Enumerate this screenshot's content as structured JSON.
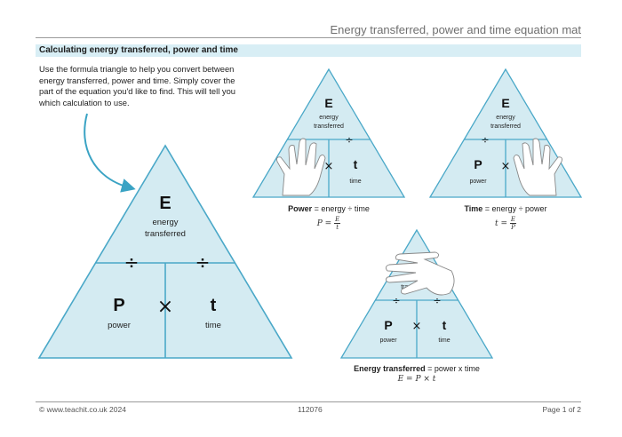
{
  "header": {
    "title": "Energy transferred, power and time equation mat"
  },
  "section": {
    "title": "Calculating energy transferred, power and time"
  },
  "intro": "Use the formula triangle to help you convert between energy transferred, power and time. Simply cover the part of the equation you'd like to find. This will tell you which calculation to use.",
  "triangle": {
    "top_symbol": "E",
    "top_label": "energy transferred",
    "left_symbol": "P",
    "left_label": "power",
    "right_symbol": "t",
    "right_label": "time",
    "divide_sign": "÷",
    "times_sign": "×"
  },
  "examples": [
    {
      "caption_bold": "Power",
      "caption_rest": " = energy ÷ time",
      "eq_lhs": "P =",
      "eq_num": "E",
      "eq_den": "t"
    },
    {
      "caption_bold": "Time",
      "caption_rest": " = energy ÷ power",
      "eq_lhs": "t =",
      "eq_num": "E",
      "eq_den": "P"
    },
    {
      "caption_bold": "Energy transferred",
      "caption_rest": " = power x time",
      "eq_text": "E = P × t"
    }
  ],
  "colors": {
    "triangle_fill": "#d4ebf2",
    "triangle_stroke": "#4aa8c8",
    "arrow": "#3aa3c4",
    "section_bar": "#d8eef5"
  },
  "footer": {
    "left": "© www.teachit.co.uk 2024",
    "center": "112076",
    "right": "Page 1 of 2"
  }
}
